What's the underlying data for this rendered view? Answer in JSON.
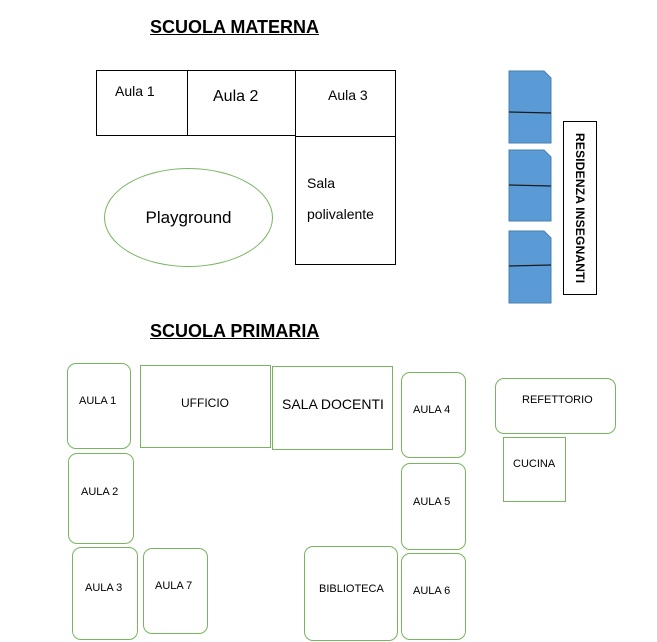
{
  "materna": {
    "title": "SCUOLA MATERNA",
    "aula1": "Aula 1",
    "aula2": "Aula 2",
    "aula3": "Aula 3",
    "sala_line1": "Sala",
    "sala_line2": "polivalente",
    "playground": "Playground"
  },
  "residenza": {
    "label": "RESIDENZA INSEGNANTI",
    "house_color": "#5b9bd5"
  },
  "primaria": {
    "title": "SCUOLA PRIMARIA",
    "aula1": "AULA 1",
    "aula2": "AULA 2",
    "aula3": "AULA 3",
    "aula4": "AULA 4",
    "aula5": "AULA 5",
    "aula6": "AULA 6",
    "aula7": "AULA 7",
    "ufficio": "UFFICIO",
    "sala_docenti": "SALA DOCENTI",
    "biblioteca": "BIBLIOTECA",
    "refettorio": "REFETTORIO",
    "cucina": "CUCINA"
  }
}
